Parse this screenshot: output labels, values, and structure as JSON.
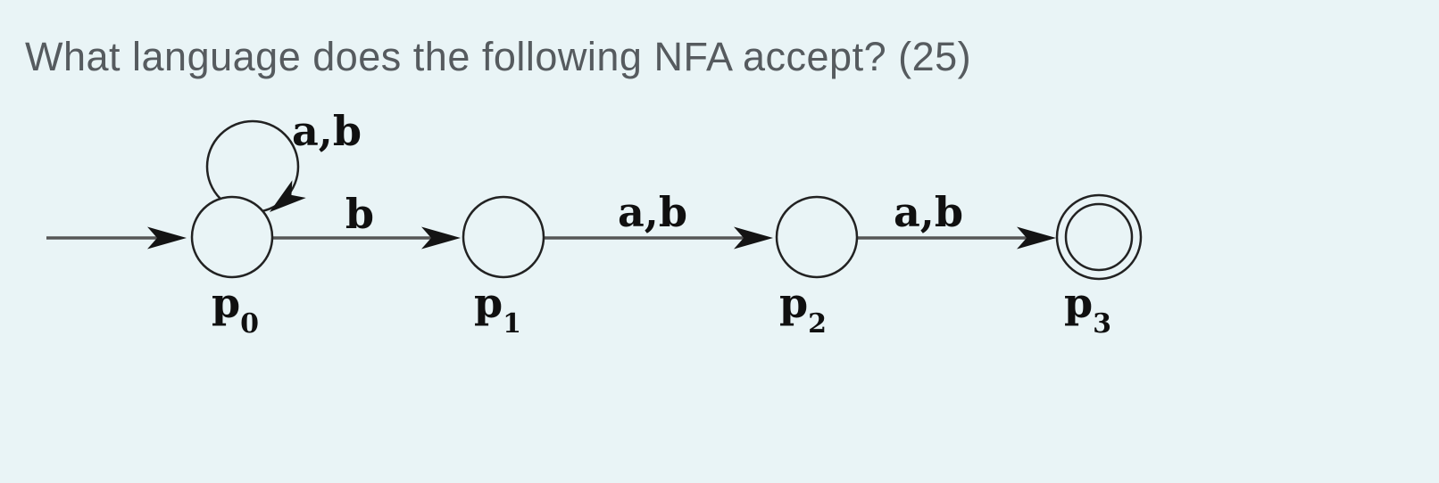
{
  "title": "What language does the following NFA accept? (25)",
  "colors": {
    "background": "#e9f4f6",
    "title_text": "#565b5f",
    "diagram_stroke": "#222222",
    "edge_line": "#565656",
    "arrow_fill": "#141414",
    "label_text": "#101010"
  },
  "nfa": {
    "states": [
      {
        "name": "p",
        "sub": "0",
        "start": true,
        "accepting": false
      },
      {
        "name": "p",
        "sub": "1",
        "start": false,
        "accepting": false
      },
      {
        "name": "p",
        "sub": "2",
        "start": false,
        "accepting": false
      },
      {
        "name": "p",
        "sub": "3",
        "start": false,
        "accepting": true
      }
    ],
    "edges": [
      {
        "from": "p0",
        "to": "p0",
        "label": "a,b",
        "type": "self-loop"
      },
      {
        "from": "p0",
        "to": "p1",
        "label": "b",
        "type": "straight"
      },
      {
        "from": "p1",
        "to": "p2",
        "label": "a,b",
        "type": "straight"
      },
      {
        "from": "p2",
        "to": "p3",
        "label": "a,b",
        "type": "straight"
      }
    ]
  }
}
